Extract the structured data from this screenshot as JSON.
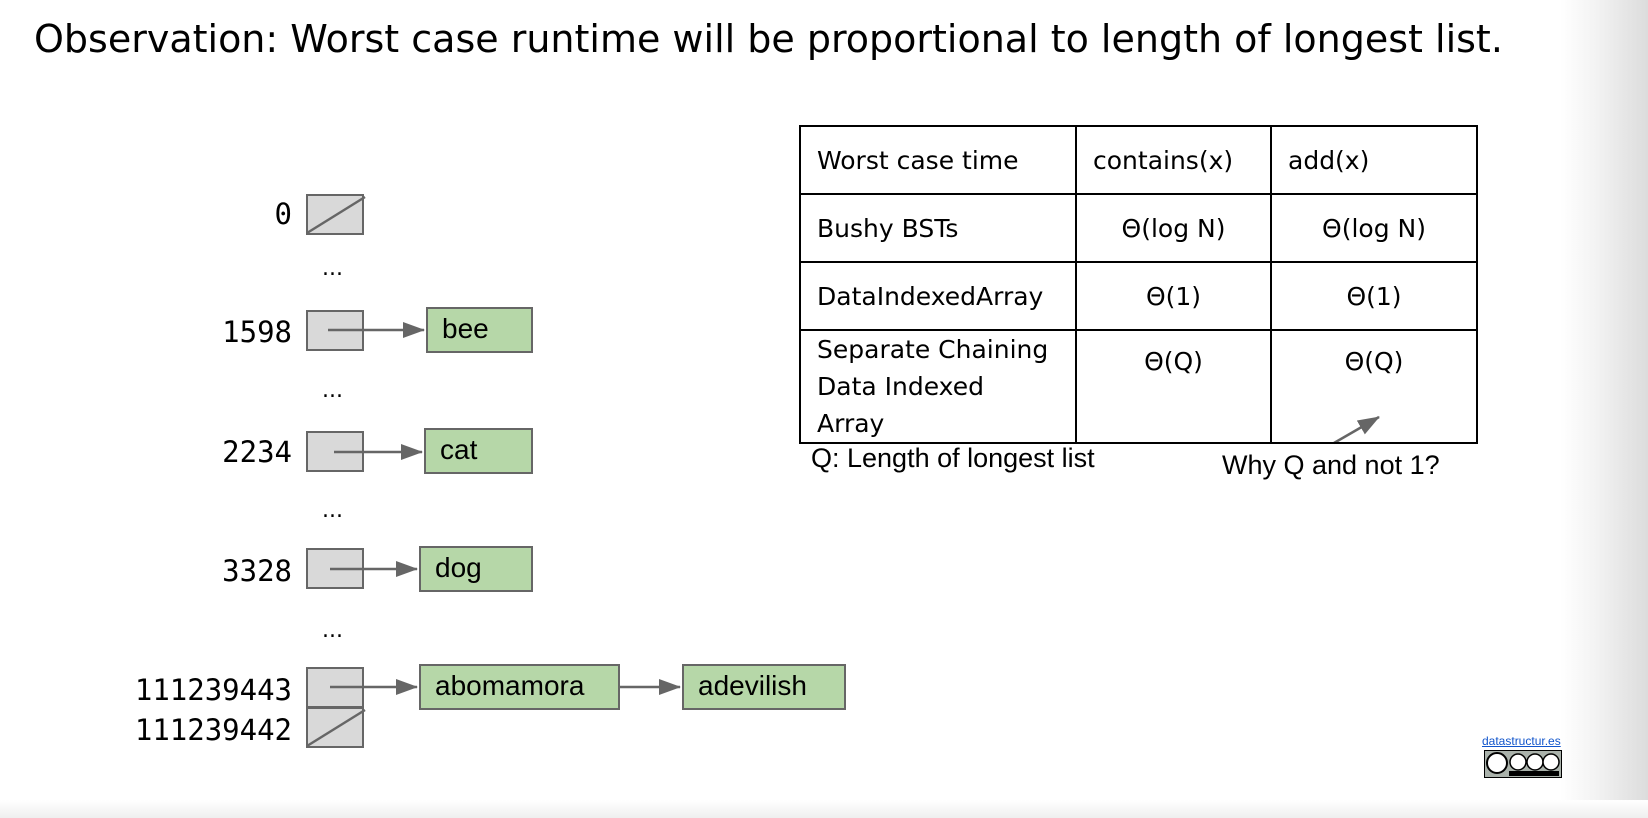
{
  "title": "Observation: Worst case runtime will be proportional to length of longest list.",
  "buckets": [
    {
      "index": "0",
      "null": true
    },
    {
      "index": "1598",
      "items": [
        "bee"
      ]
    },
    {
      "index": "2234",
      "items": [
        "cat"
      ]
    },
    {
      "index": "3328",
      "items": [
        "dog"
      ]
    },
    {
      "index": "111239443",
      "items": [
        "abomamora",
        "adevilish"
      ]
    },
    {
      "index": "111239442",
      "null": true
    }
  ],
  "ellipsis": "...",
  "table": {
    "headers": [
      "Worst case time",
      "contains(x)",
      "add(x)"
    ],
    "rows": [
      {
        "label": "Bushy BSTs",
        "contains": "Θ(log N)",
        "add": "Θ(log N)"
      },
      {
        "label": "DataIndexedArray",
        "contains": "Θ(1)",
        "add": "Θ(1)"
      },
      {
        "label_line1": "Separate Chaining",
        "label_line2": "Data Indexed Array",
        "contains": "Θ(Q)",
        "add": "Θ(Q)"
      }
    ]
  },
  "notes": {
    "q_definition": "Q: Length of longest list",
    "question": "Why Q and not 1?"
  },
  "footer": {
    "link_text": "datastructur.es",
    "license_badge": "cc-by-nc-sa-badge"
  },
  "colors": {
    "node_fill": "#b6d7a8",
    "cell_fill": "#d9d9d9",
    "stroke": "#666666"
  }
}
